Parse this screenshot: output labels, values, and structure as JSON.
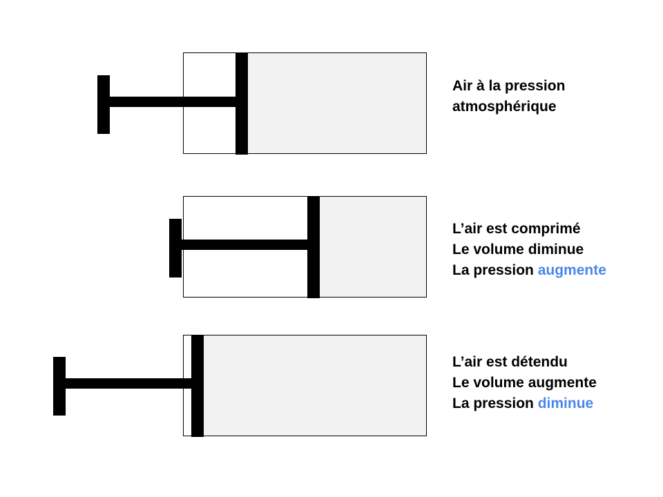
{
  "colors": {
    "air_fill": "#f2f2f2",
    "outline": "#000000",
    "highlight": "#4a86e8"
  },
  "syringes": [
    {
      "name": "atmospheric",
      "lines": [
        "Air à la pression",
        "atmosphérique"
      ],
      "highlight_prefix": "",
      "highlight": ""
    },
    {
      "name": "compressed",
      "lines": [
        "L’air est comprimé",
        "Le volume diminue"
      ],
      "highlight_prefix": "La pression ",
      "highlight": "augmente"
    },
    {
      "name": "expanded",
      "lines": [
        "L’air est détendu",
        "Le volume augmente"
      ],
      "highlight_prefix": "La pression ",
      "highlight": "diminue"
    }
  ]
}
